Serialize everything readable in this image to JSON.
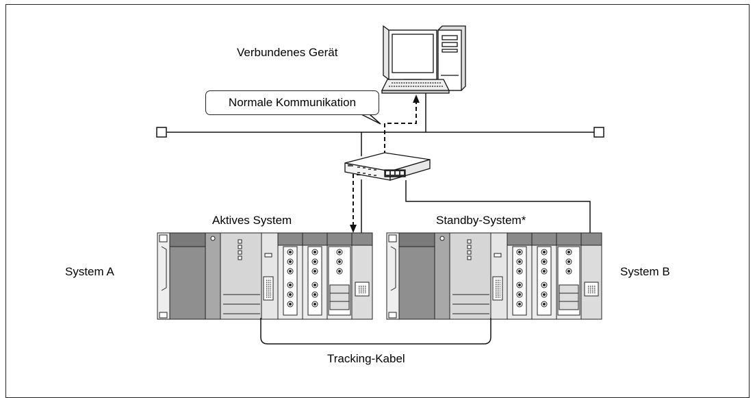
{
  "labels": {
    "device": "Verbundenes Gerät",
    "communication": "Normale Kommunikation",
    "active_system": "Aktives System",
    "standby_system": "Standby-System*",
    "system_a": "System A",
    "system_b": "System B",
    "tracking_cable": "Tracking-Kabel"
  }
}
